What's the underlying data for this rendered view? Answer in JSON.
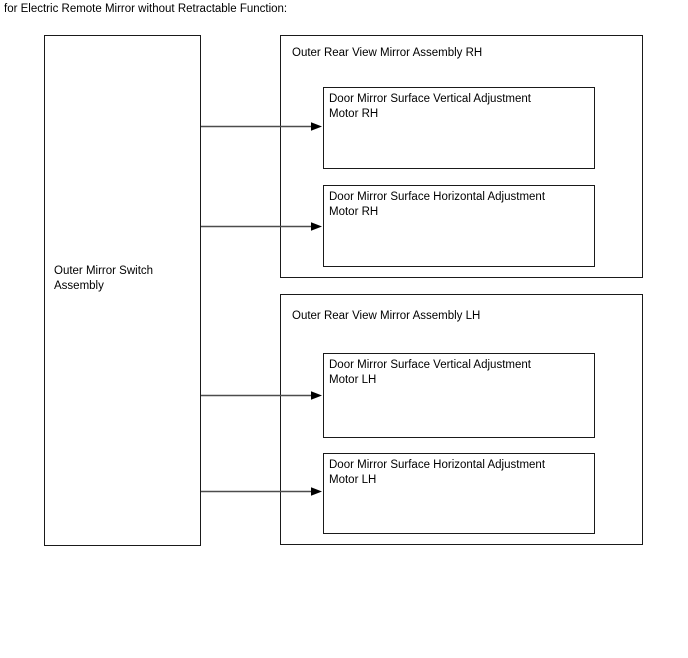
{
  "diagram": {
    "caption": "for Electric Remote Mirror without Retractable Function:",
    "source": {
      "label": "Outer Mirror Switch\nAssembly"
    },
    "groups": [
      {
        "id": "rh",
        "label": "Outer Rear View Mirror Assembly RH",
        "components": [
          {
            "id": "motor-rh-vertical",
            "label": "Door Mirror Surface Vertical Adjustment\nMotor RH"
          },
          {
            "id": "motor-rh-horizontal",
            "label": "Door Mirror Surface Horizontal Adjustment\nMotor RH"
          }
        ]
      },
      {
        "id": "lh",
        "label": "Outer Rear View Mirror Assembly LH",
        "components": [
          {
            "id": "motor-lh-vertical",
            "label": "Door Mirror Surface Vertical Adjustment\nMotor LH"
          },
          {
            "id": "motor-lh-horizontal",
            "label": "Door Mirror Surface Horizontal Adjustment\nMotor LH"
          }
        ]
      }
    ],
    "connectors": [
      {
        "id": "arrow-rh-vertical",
        "from": "Outer Mirror Switch Assembly",
        "to": "Door Mirror Surface Vertical Adjustment Motor RH"
      },
      {
        "id": "arrow-rh-horizontal",
        "from": "Outer Mirror Switch Assembly",
        "to": "Door Mirror Surface Horizontal Adjustment Motor RH"
      },
      {
        "id": "arrow-lh-vertical",
        "from": "Outer Mirror Switch Assembly",
        "to": "Door Mirror Surface Vertical Adjustment Motor LH"
      },
      {
        "id": "arrow-lh-horizontal",
        "from": "Outer Mirror Switch Assembly",
        "to": "Door Mirror Surface Horizontal Adjustment Motor LH"
      }
    ],
    "colors": {
      "stroke": "#1a1a1a",
      "background": "#ffffff",
      "text": "#000000"
    }
  }
}
